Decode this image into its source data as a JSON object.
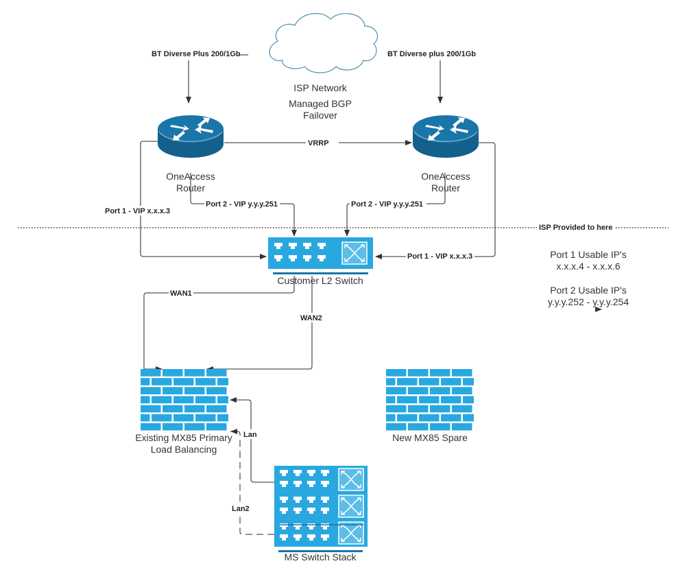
{
  "diagram": {
    "cloud": {
      "title": "ISP Network",
      "subtitle_line1": "Managed BGP",
      "subtitle_line2": "Failover"
    },
    "links": {
      "left_isp": "BT Diverse Plus 200/1Gb",
      "right_isp": "BT Diverse plus 200/1Gb",
      "vrrp": "VRRP",
      "left_port1": "Port 1 - VIP  x.x.x.3",
      "left_port2": "Port 2 - VIP y.y.y.251",
      "right_port2": "Port 2 - VIP y.y.y.251",
      "right_port1": "Port 1 - VIP x.x.x.3",
      "wan1": "WAN1",
      "wan2": "WAN2",
      "lan": "Lan",
      "lan2": "Lan2"
    },
    "boundary": {
      "label": "ISP Provided to here"
    },
    "nodes": {
      "router_left": {
        "line1": "OneAccess",
        "line2": "Router",
        "icon": "router-icon"
      },
      "router_right": {
        "line1": "OneAccess",
        "line2": "Router",
        "icon": "router-icon"
      },
      "l2_switch": {
        "label": "Customer L2 Switch",
        "icon": "switch-icon"
      },
      "mx85_primary": {
        "line1": "Existing MX85 Primary",
        "line2": "Load Balancing",
        "icon": "firewall-icon"
      },
      "mx85_spare": {
        "label": "New MX85 Spare",
        "icon": "firewall-icon"
      },
      "ms_stack": {
        "label": "MS Switch Stack",
        "icon": "switch-stack-icon"
      }
    },
    "notes": {
      "port1_title": "Port 1 Usable IP's",
      "port1_range": "x.x.x.4 - x.x.x.6",
      "port2_title": "Port 2 Usable IP's",
      "port2_range": "y.y.y.252 - y.y.y.254"
    },
    "colors": {
      "router": "#1a6fa0",
      "switch": "#29a8e0",
      "firewall": "#29a8e0",
      "connector": "#555555"
    }
  }
}
